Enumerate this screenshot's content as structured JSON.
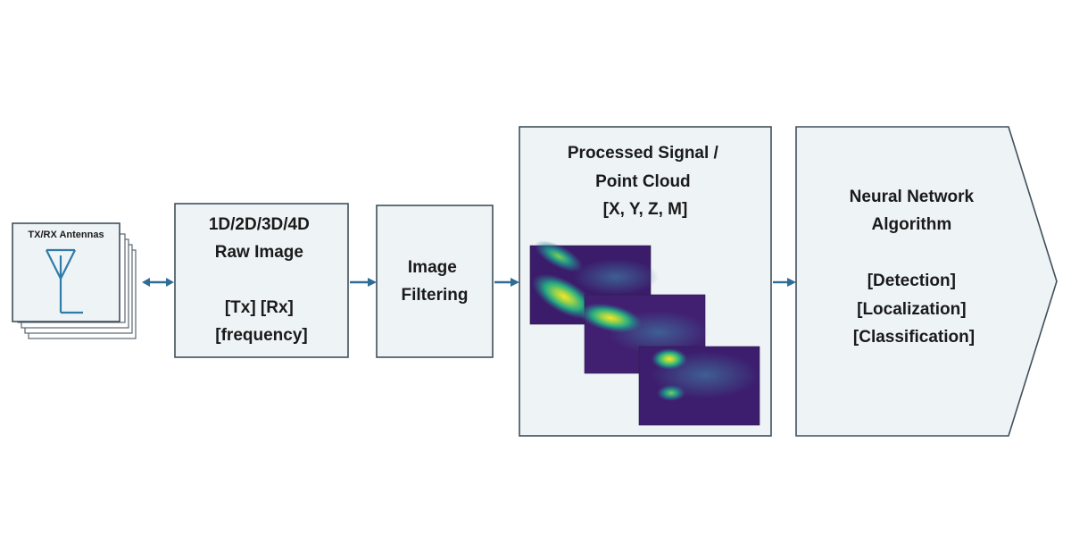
{
  "antenna": {
    "label": "TX/RX Antennas"
  },
  "raw_image": {
    "lines": [
      "1D/2D/3D/4D",
      "Raw Image",
      "",
      "[Tx] [Rx]",
      "[frequency]"
    ]
  },
  "filtering": {
    "lines": [
      "Image",
      "Filtering"
    ]
  },
  "processed": {
    "lines": [
      "Processed Signal /",
      "Point Cloud",
      "[X, Y, Z, M]"
    ]
  },
  "neural": {
    "lines": [
      "Neural Network",
      "Algorithm",
      "",
      "[Detection]",
      "[Localization]",
      "[Classification]"
    ]
  },
  "colors": {
    "box_fill": "#eef3f6",
    "box_stroke": "#3f4f5a",
    "arrow": "#2f6d96",
    "antenna_icon": "#2f7ca8",
    "heatmap_low": "#3b1c6b",
    "heatmap_mid": "#2e8f8a",
    "heatmap_high": "#f0e12a"
  }
}
